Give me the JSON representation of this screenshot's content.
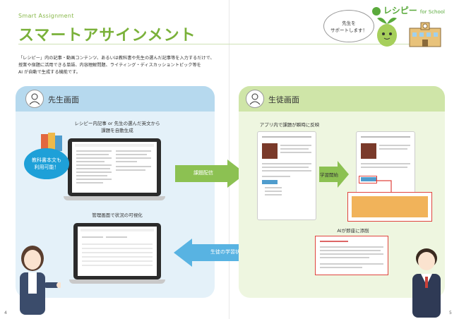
{
  "header": {
    "subtitle": "Smart Assignment",
    "title": "スマートアサインメント",
    "description_lines": [
      "「レシピー」内の記事・動画コンテンツ、あるいは教科書や先生の選んだ記事等を入力するだけで、",
      "授業や宿題に活用できる単語、内容理解問題、ライティング・ディスカッショントピック等を",
      "AI が自動で生成する機能です。"
    ]
  },
  "brand": {
    "name": "レシピー",
    "suffix": "for School"
  },
  "speech": {
    "line1": "先生を",
    "line2": "サポートします！"
  },
  "teacher": {
    "title": "先生画面",
    "caption1_line1": "レシピー内記事 or 先生の選んだ英文から",
    "caption1_line2": "課題を自動生成",
    "bubble_line1": "教科書本文も",
    "bubble_line2": "利用可能！",
    "caption2": "管理画面で状況の可視化"
  },
  "student": {
    "title": "生徒画面",
    "caption1": "アプリ内で課題が瞬時に反映",
    "arrow_start": "学習開始",
    "ai_label": "AIが即座に添削"
  },
  "arrows": {
    "assign": "課題配信",
    "monitor": "生徒の学習状況を、先生が常に把握"
  },
  "page_numbers": {
    "left": "4",
    "right": "5"
  },
  "colors": {
    "green": "#7ab13a",
    "blue": "#1ea0d8",
    "red": "#e0443e"
  }
}
